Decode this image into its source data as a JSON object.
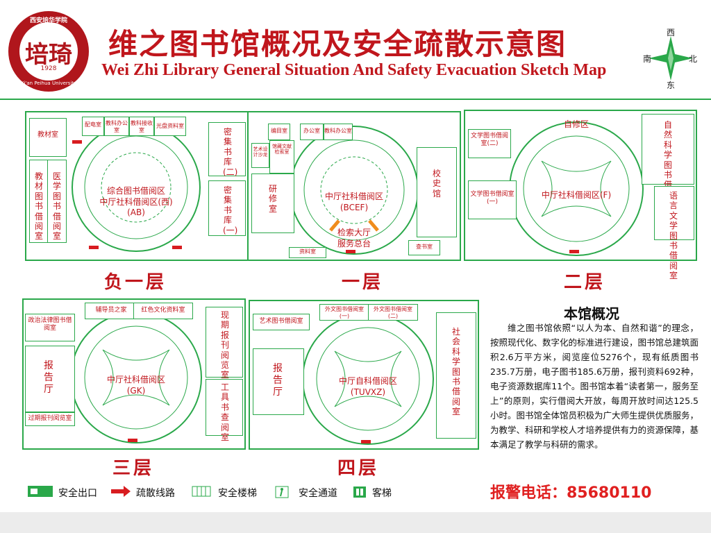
{
  "header": {
    "title_cn": "维之图书馆概况及安全疏散示意图",
    "title_en": "Wei Zhi Library General Situation And Safety Evacuation Sketch Map",
    "logo": {
      "ring_text": "西安培华学院",
      "glyph": "培琦",
      "year": "1928",
      "bottom_text": "Xi'an Peihua University"
    },
    "compass": {
      "top": "西",
      "left": "南",
      "right": "北",
      "bottom": "东"
    }
  },
  "floors": {
    "b1": {
      "label": "负一层",
      "rooms": {
        "jiaocai": "教材室",
        "peidian": "配电室",
        "jiaoke_office": "教科办公室",
        "jiaoke_recv": "教科接收室",
        "guangpan": "光盘资料室",
        "miji2": "密集书库(二)",
        "miji1": "密集书库(一)",
        "jiaocai_tushu": "教材图书借阅室",
        "yixue": "医学图书借阅室"
      },
      "hall": "综合图书借阅区\n中厅社科借阅区(西)\n(AB)"
    },
    "f1": {
      "label": "一层",
      "rooms": {
        "bianmu": "编目室",
        "office": "办公室",
        "jiaoke": "教科办公室",
        "yishu": "艺术设计沙龙",
        "guancang": "馆藏文献检索室",
        "yanxiu": "研修室",
        "xiaoshi": "校史馆",
        "chashu": "查书室",
        "ziliao": "资料室"
      },
      "hall": "中厅社科借阅区\n(BCEF)",
      "service": "检索大厅\n服务总台"
    },
    "f2": {
      "label": "二层",
      "rooms": {
        "zixiu": "自修区",
        "wenxue2": "文学图书借阅室(二)",
        "wenxue1": "文学图书借阅室(一)",
        "ziran": "自然科学图书借阅室",
        "yuyan": "语言文学图书借阅室"
      },
      "hall": "中厅社科借阅区(F)"
    },
    "f3": {
      "label": "三层",
      "rooms": {
        "fudaoyuan": "辅导员之家",
        "hongse": "红色文化资料室",
        "zhengzhi": "政治法律图书借阅室",
        "baogao": "报告厅",
        "guoqi": "过期报刊阅览室",
        "xianqi": "现期报刊阅览室",
        "gongju": "工具书查阅室"
      },
      "hall": "中厅社科借阅区\n(GK)"
    },
    "f4": {
      "label": "四层",
      "rooms": {
        "yishu_jieyue": "艺术图书借阅室",
        "waiwen1": "外文图书借阅室(一)",
        "waiwen2": "外文图书借阅室(二)",
        "baogao": "报告厅",
        "shehui": "社会科学图书借阅室"
      },
      "hall": "中厅自科借阅区\n(TUVXZ)"
    }
  },
  "overview": {
    "title": "本馆概况",
    "body": "维之图书馆依照“以人为本、自然和谐”的理念，按照现代化、数字化的标准进行建设，图书馆总建筑面积2.6万平方米，阅览座位5276个，现有纸质图书235.7万册，电子图书185.6万册，报刊资料692种，电子资源数据库11个。图书馆本着“读者第一，服务至上”的原则，实行借阅大开放，每周开放时间达125.5小时。图书馆全体馆员积极为广大师生提供优质服务，为教学、科研和学校人才培养提供有力的资源保障，基本满足了教学与科研的需求。"
  },
  "hotline": "报警电话：85680110",
  "legend": {
    "exit": "安全出口",
    "route": "疏散线路",
    "stairs": "安全楼梯",
    "passage": "安全通道",
    "elevator": "客梯"
  },
  "colors": {
    "accent_red": "#c0161c",
    "map_green": "#2aa84a",
    "arrow_red": "#d81c20"
  }
}
